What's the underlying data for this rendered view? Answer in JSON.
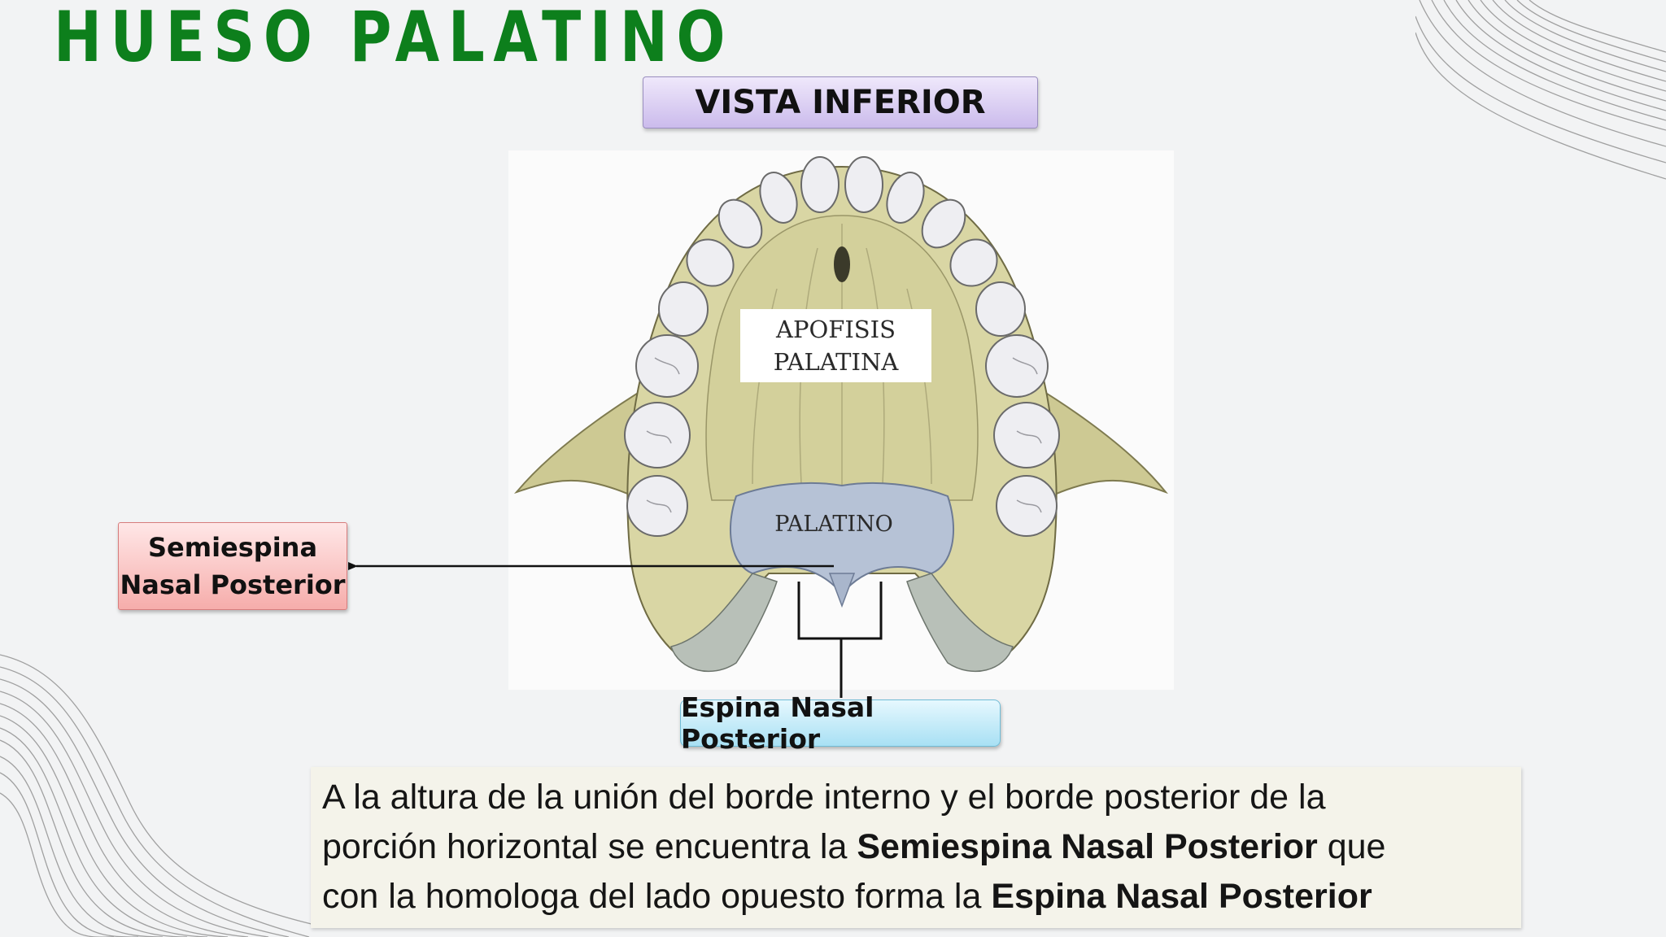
{
  "title": "HUESO PALATINO",
  "view_label": "VISTA INFERIOR",
  "figure": {
    "apofisis_line1": "APOFISIS",
    "apofisis_line2": "PALATINA",
    "palatino": "PALATINO"
  },
  "callouts": {
    "semiespina_line1": "Semiespina",
    "semiespina_line2": "Nasal Posterior",
    "espina": "Espina Nasal Posterior"
  },
  "description": {
    "line1": "A la altura de la unión del borde interno y el borde posterior de la",
    "line2_pre": "porción horizontal se encuentra la ",
    "line2_bold": "Semiespina Nasal Posterior",
    "line2_post": " que",
    "line3_pre": "con la homologa del lado opuesto forma la ",
    "line3_bold": "Espina Nasal Posterior"
  },
  "colors": {
    "title": "#0d7f1c",
    "bone": "#d9d6a4",
    "palatine_bone": "#b6c2d6",
    "teeth": "#eeeef2"
  }
}
